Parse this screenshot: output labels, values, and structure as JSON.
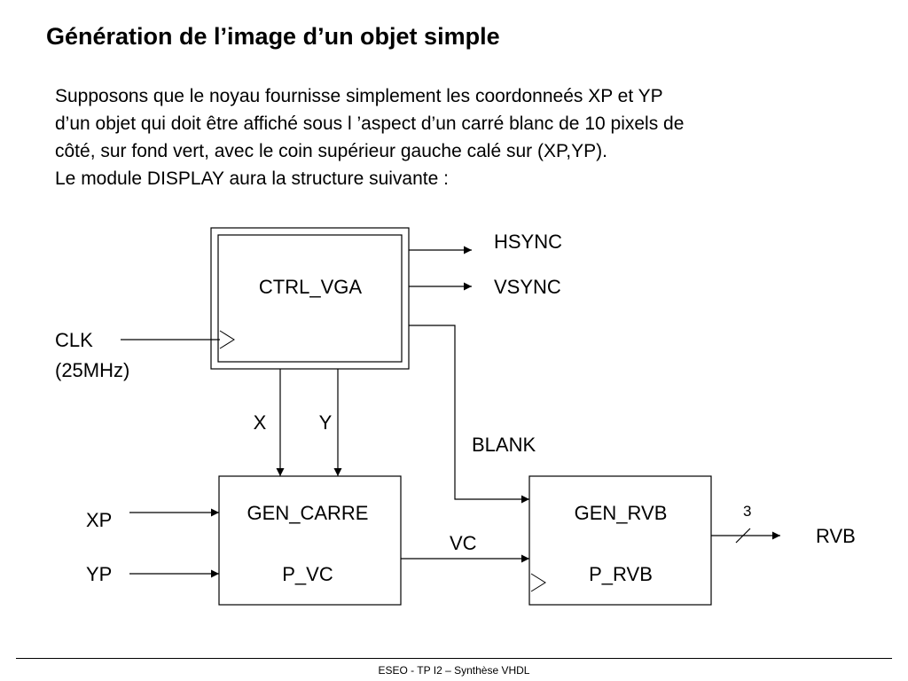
{
  "slide": {
    "title": "Génération de l’image d’un objet simple",
    "paragraph": [
      "Supposons que le noyau fournisse simplement les coordonneés XP et YP",
      "d’un objet qui doit être affiché sous l ’aspect d’un carré blanc de 10 pixels de",
      "côté, sur fond vert, avec le coin supérieur gauche calé sur (XP,YP).",
      "Le module DISPLAY aura la structure suivante :"
    ],
    "footer": "ESEO - TP I2 – Synthèse VHDL"
  },
  "diagram": {
    "blocks": {
      "ctrl_vga": {
        "name": "CTRL_VGA"
      },
      "gen_carre": {
        "name": "GEN_CARRE",
        "process": "P_VC"
      },
      "gen_rvb": {
        "name": "GEN_RVB",
        "process": "P_RVB"
      }
    },
    "signals": {
      "hsync": "HSYNC",
      "vsync": "VSYNC",
      "clk": "CLK",
      "clk_freq": "(25MHz)",
      "x": "X",
      "y": "Y",
      "blank": "BLANK",
      "xp": "XP",
      "yp": "YP",
      "vc": "VC",
      "rvb": "RVB",
      "rvb_width": "3"
    }
  }
}
